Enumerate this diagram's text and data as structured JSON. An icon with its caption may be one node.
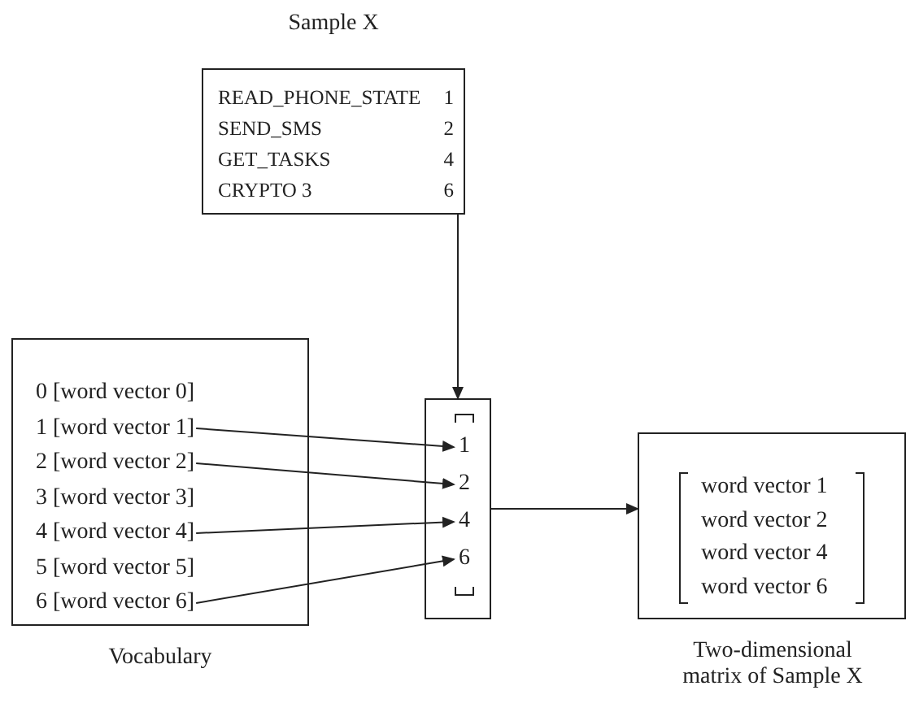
{
  "diagram": {
    "nodes": [
      {
        "text": [
          "Sample X",
          "READ_PHONE_STATE",
          "1",
          "SEND_SMS",
          "2",
          "GET_TASKS",
          "4",
          "CRYPTO 3",
          "6"
        ]
      },
      {
        "text": [
          "Vocabulary"
        ]
      },
      {
        "text": [
          "0 [word vector 0]"
        ],
        "in": 1
      },
      {
        "text": [
          "1 [word vector 1]"
        ],
        "in": 1
      },
      {
        "text": [
          "2 [word vector 2]"
        ],
        "in": 1
      },
      {
        "text": [
          "3 [word vector 3]"
        ],
        "in": 1
      },
      {
        "text": [
          "4 [word vector 4]"
        ],
        "in": 1
      },
      {
        "text": [
          "5 [word vector 5]"
        ],
        "in": 1
      },
      {
        "text": [
          "6 [word vector 6]"
        ],
        "in": 1
      },
      {
        "text": [],
        "shape": "box"
      },
      {
        "text": [
          "1"
        ],
        "in": 9
      },
      {
        "text": [
          "2"
        ],
        "in": 9
      },
      {
        "text": [
          "4"
        ],
        "in": 9
      },
      {
        "text": [
          "6"
        ],
        "in": 9
      },
      {
        "text": [
          "word vector 1",
          "word vector 2",
          "word vector 4",
          "word vector 6",
          "Two-dimensional matrix of Sample X"
        ]
      }
    ],
    "edges": [
      {
        "from": 0,
        "to": 9,
        "arrow": "to"
      },
      {
        "from": 3,
        "to": 10,
        "arrow": "to"
      },
      {
        "from": 4,
        "to": 11,
        "arrow": "to"
      },
      {
        "from": 6,
        "to": 12,
        "arrow": "to"
      },
      {
        "from": 8,
        "to": 13,
        "arrow": "to"
      },
      {
        "from": 9,
        "to": 14,
        "arrow": "to"
      }
    ]
  }
}
